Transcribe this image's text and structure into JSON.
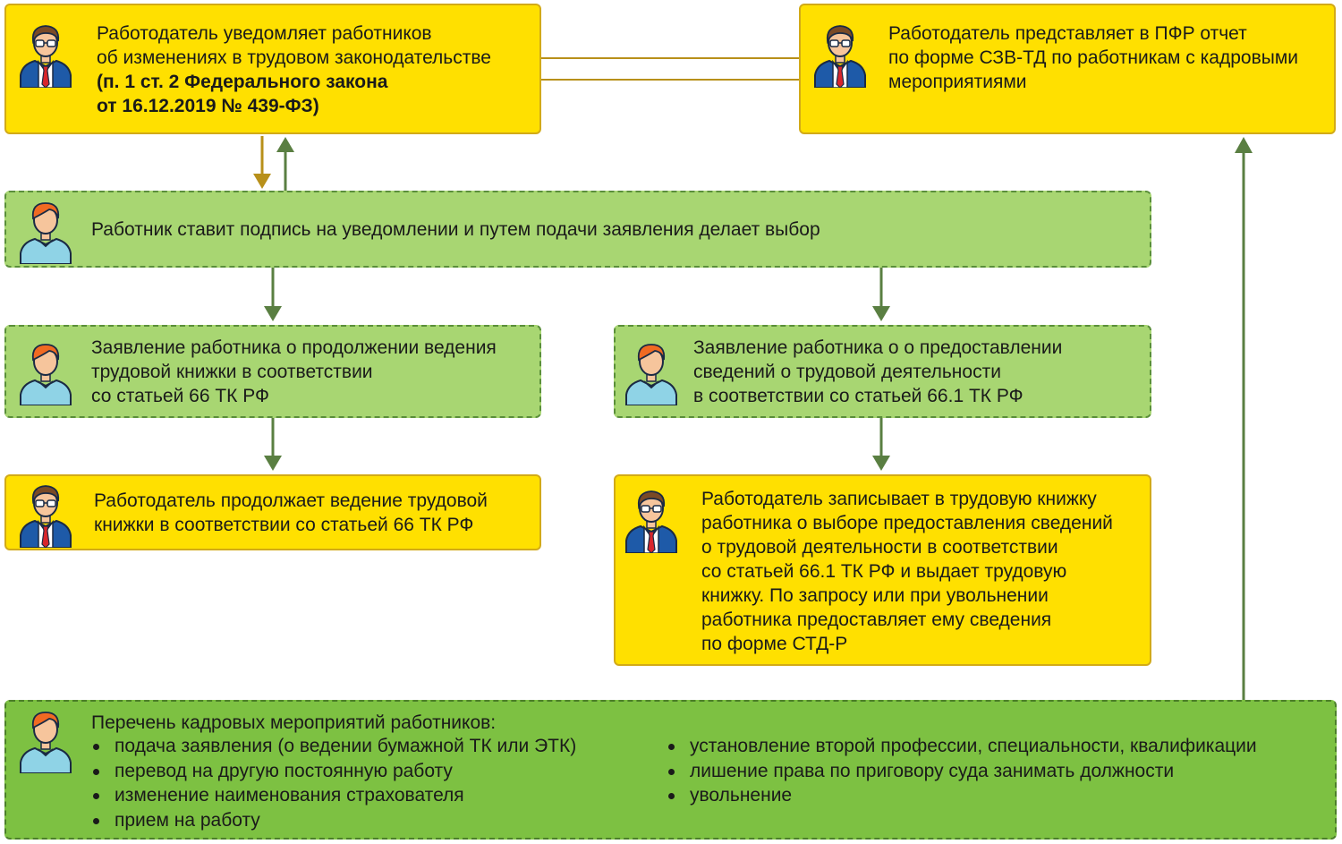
{
  "colors": {
    "employer_box": "#ffe000",
    "employee_box": "#a8d672",
    "list_box": "#7dc142",
    "arrow_employer": "#b8901a",
    "arrow_employee": "#5a7f42"
  },
  "icons": {
    "employer": "businessman-icon",
    "employee": "employee-icon"
  },
  "box1": {
    "line1": "Работодатель уведомляет работников\nоб изменениях в трудовом законодательстве",
    "line2": "(п. 1 ст. 2 Федерального закона\nот 16.12.2019 № 439-ФЗ)"
  },
  "box2": {
    "text": "Работодатель представляет в ПФР отчет\nпо форме СЗВ-ТД по работникам с кадровыми\nмероприятиями"
  },
  "box3": {
    "text": "Работник ставит подпись на уведомлении и путем подачи заявления делает выбор"
  },
  "box4": {
    "text": "Заявление работника о продолжении ведения\nтрудовой книжки в соответствии\nсо статьей 66 ТК РФ"
  },
  "box5": {
    "text": "Заявление работника о о предоставлении\nсведений о трудовой деятельности\nв соответствии со статьей 66.1 ТК РФ"
  },
  "box6": {
    "text": "Работодатель продолжает ведение трудовой\nкнижки в соответствии со статьей 66 ТК РФ"
  },
  "box7": {
    "text": "Работодатель записывает в трудовую книжку\nработника о выборе предоставления сведений\nо трудовой деятельности в соответствии\nсо статьей 66.1 ТК РФ и выдает трудовую\nкнижку. По запросу или при увольнении\nработника предоставляет ему сведения\nпо форме СТД-Р"
  },
  "box8": {
    "title": "Перечень кадровых мероприятий работников:",
    "left_items": [
      "подача заявления (о ведении бумажной ТК или ЭТК)",
      "перевод на другую постоянную работу",
      "изменение наименования страхователя",
      "прием на работу"
    ],
    "right_items": [
      "установление второй профессии, специальности, квалификации",
      "лишение права по приговору суда занимать должности",
      "увольнение"
    ]
  }
}
